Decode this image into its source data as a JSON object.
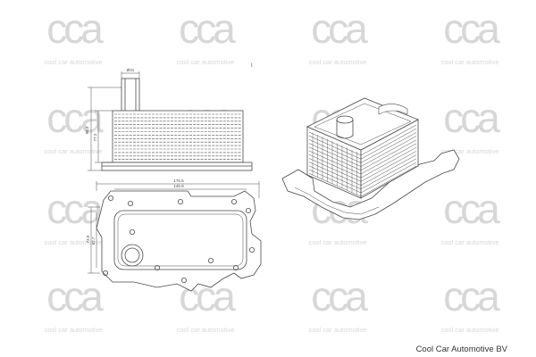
{
  "watermark": {
    "mark": "cca",
    "tagline": "cool car automotive",
    "color": "#d7d7d7"
  },
  "drawing": {
    "line_color": "#4a4a4a",
    "dims": {
      "pipe_dia": "Ø31",
      "height_total": "96.3",
      "height_core": "77.2",
      "width_outer": "176.5",
      "width_inner": "145.9",
      "height_plate_outer": "73.9",
      "height_plate_inner": "62.7"
    },
    "marker": "I"
  },
  "footer": {
    "brand": "Cool Car Automotive BV"
  }
}
